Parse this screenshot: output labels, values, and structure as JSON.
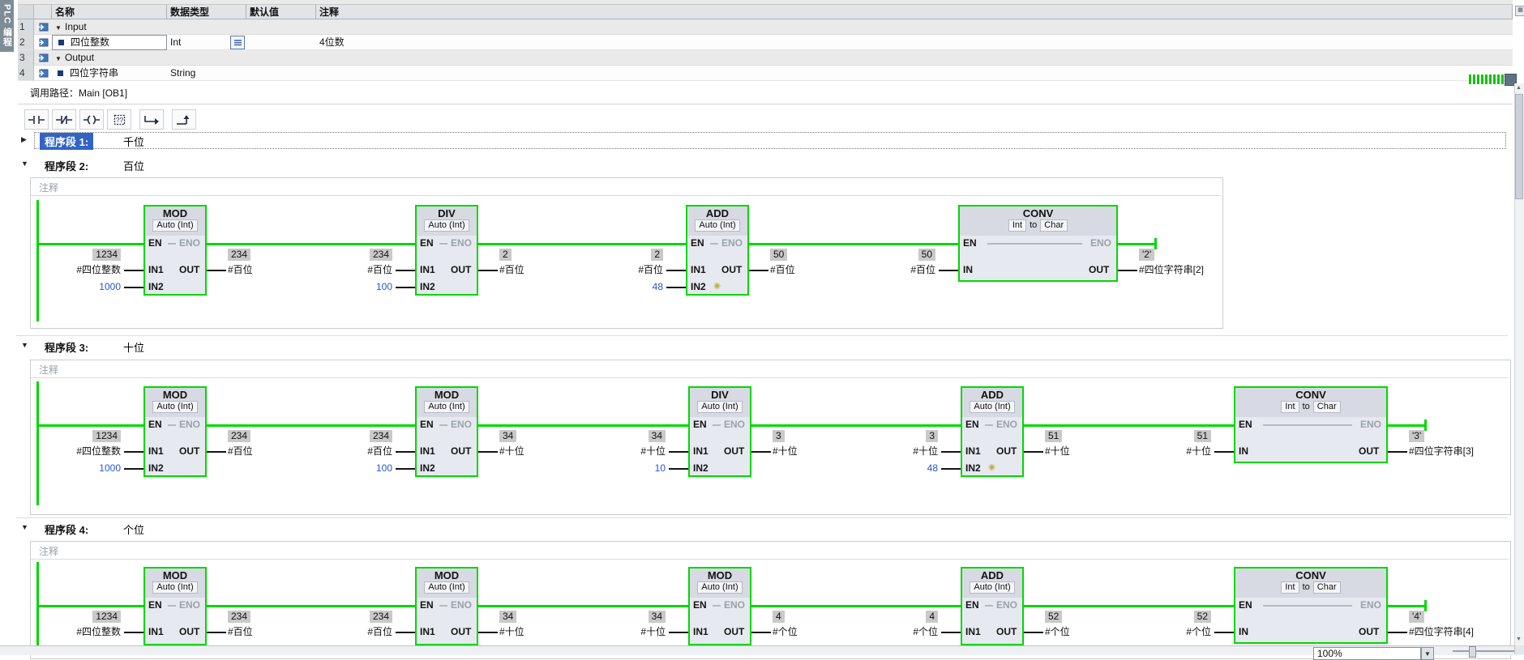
{
  "left_tab": {
    "label": "PLC 编程"
  },
  "var_table": {
    "headers": [
      "名称",
      "数据类型",
      "默认值",
      "注释"
    ],
    "rows": [
      {
        "num": "1",
        "kind": "group",
        "name": "Input",
        "type": "",
        "default": "",
        "comment": ""
      },
      {
        "num": "2",
        "kind": "member",
        "name": "四位整数",
        "type": "Int",
        "default": "",
        "comment": "4位数",
        "editing": true
      },
      {
        "num": "3",
        "kind": "group",
        "name": "Output",
        "type": "",
        "default": "",
        "comment": ""
      },
      {
        "num": "4",
        "kind": "member",
        "name": "四位字符串",
        "type": "String",
        "default": "",
        "comment": ""
      }
    ]
  },
  "call_path": {
    "label": "调用路径：",
    "value": "Main [OB1]"
  },
  "toolbar": {
    "buttons": [
      {
        "name": "no-contact"
      },
      {
        "name": "nc-contact"
      },
      {
        "name": "coil"
      },
      {
        "name": "empty-box"
      },
      {
        "name": "open-branch"
      },
      {
        "name": "close-branch"
      }
    ]
  },
  "labels": {
    "en": "EN",
    "eno": "ENO",
    "in1": "IN1",
    "in2": "IN2",
    "in": "IN",
    "out": "OUT"
  },
  "networks": [
    {
      "num": "1",
      "title": "程序段 1:",
      "subtitle": "千位",
      "collapsed": true,
      "selected": true
    },
    {
      "num": "2",
      "title": "程序段 2:",
      "subtitle": "百位",
      "comment": "注释",
      "blocks": [
        {
          "type": "MOD",
          "sub": "Auto (Int)",
          "in1": {
            "value": "1234",
            "operand": "#四位整数"
          },
          "in2": {
            "value": "1000",
            "constant": true
          },
          "out": {
            "value": "234",
            "operand": "#百位"
          }
        },
        {
          "type": "DIV",
          "sub": "Auto (Int)",
          "in1": {
            "value": "234",
            "operand": "#百位"
          },
          "in2": {
            "value": "100",
            "constant": true
          },
          "out": {
            "value": "2",
            "operand": "#百位"
          }
        },
        {
          "type": "ADD",
          "sub": "Auto (Int)",
          "star": true,
          "in1": {
            "value": "2",
            "operand": "#百位"
          },
          "in2": {
            "value": "48",
            "constant": true
          },
          "out": {
            "value": "50",
            "operand": "#百位"
          }
        },
        {
          "type": "CONV",
          "sub_parts": [
            "Int",
            "to",
            "Char"
          ],
          "in": {
            "value": "50",
            "operand": "#百位"
          },
          "out": {
            "value": "'2'",
            "operand": "#四位字符串[2]"
          }
        }
      ]
    },
    {
      "num": "3",
      "title": "程序段 3:",
      "subtitle": "十位",
      "comment": "注释",
      "blocks": [
        {
          "type": "MOD",
          "sub": "Auto (Int)",
          "in1": {
            "value": "1234",
            "operand": "#四位整数"
          },
          "in2": {
            "value": "1000",
            "constant": true
          },
          "out": {
            "value": "234",
            "operand": "#百位"
          }
        },
        {
          "type": "MOD",
          "sub": "Auto (Int)",
          "in1": {
            "value": "234",
            "operand": "#百位"
          },
          "in2": {
            "value": "100",
            "constant": true
          },
          "out": {
            "value": "34",
            "operand": "#十位"
          }
        },
        {
          "type": "DIV",
          "sub": "Auto (Int)",
          "in1": {
            "value": "34",
            "operand": "#十位"
          },
          "in2": {
            "value": "10",
            "constant": true
          },
          "out": {
            "value": "3",
            "operand": "#十位"
          }
        },
        {
          "type": "ADD",
          "sub": "Auto (Int)",
          "star": true,
          "in1": {
            "value": "3",
            "operand": "#十位"
          },
          "in2": {
            "value": "48",
            "constant": true
          },
          "out": {
            "value": "51",
            "operand": "#十位"
          }
        },
        {
          "type": "CONV",
          "sub_parts": [
            "Int",
            "to",
            "Char"
          ],
          "in": {
            "value": "51",
            "operand": "#十位"
          },
          "out": {
            "value": "'3'",
            "operand": "#四位字符串[3]"
          }
        }
      ]
    },
    {
      "num": "4",
      "title": "程序段 4:",
      "subtitle": "个位",
      "comment": "注释",
      "blocks": [
        {
          "type": "MOD",
          "sub": "Auto (Int)",
          "in1": {
            "value": "1234",
            "operand": "#四位整数"
          },
          "out": {
            "value": "234",
            "operand": "#百位"
          }
        },
        {
          "type": "MOD",
          "sub": "Auto (Int)",
          "in1": {
            "value": "234",
            "operand": "#百位"
          },
          "out": {
            "value": "34",
            "operand": "#十位"
          }
        },
        {
          "type": "MOD",
          "sub": "Auto (Int)",
          "in1": {
            "value": "34",
            "operand": "#十位"
          },
          "out": {
            "value": "4",
            "operand": "#个位"
          }
        },
        {
          "type": "ADD",
          "sub": "Auto (Int)",
          "in1": {
            "value": "4",
            "operand": "#个位"
          },
          "out": {
            "value": "52",
            "operand": "#个位"
          }
        },
        {
          "type": "CONV",
          "sub_parts": [
            "Int",
            "to",
            "Char"
          ],
          "in": {
            "value": "52",
            "operand": "#个位"
          },
          "out": {
            "value": "'4'",
            "operand": "#四位字符串[4]"
          }
        }
      ]
    }
  ],
  "zoom_control": {
    "value": "100%"
  },
  "colors": {
    "monitor_green": "#00d800",
    "selection_blue": "#3164c5",
    "constant_blue": "#2456d6",
    "badge_bg": "#c9c9c9",
    "star_yellow": "#c9b700"
  }
}
